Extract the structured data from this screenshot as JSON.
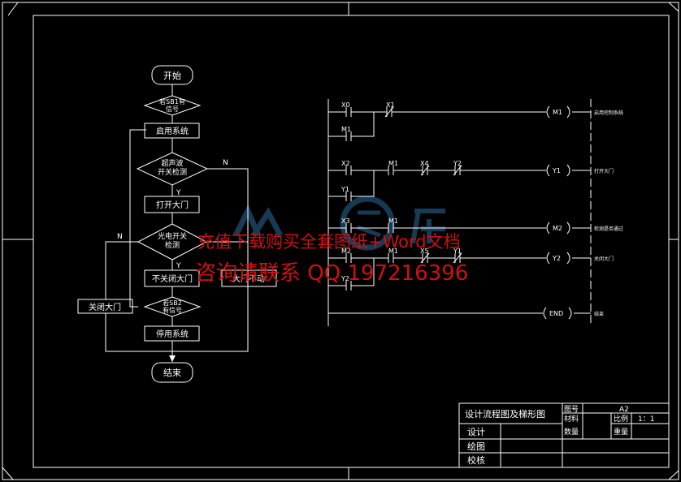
{
  "flowchart": {
    "start": "开始",
    "sb1_decision": [
      "若SB1有",
      "信号"
    ],
    "enable_system": "启用系统",
    "ultrasonic_decision": [
      "超声波",
      "开关检测"
    ],
    "open_gate": "打开大门",
    "photo_decision": [
      "光电开关",
      "检测"
    ],
    "keep_open": "不关闭大门",
    "gate_still": "大门不动",
    "close_gate": "关闭大门",
    "sb2_decision": [
      "若SB2",
      "有信号"
    ],
    "disable_system": "停用系统",
    "end": "结束",
    "yes": "Y",
    "no": "N"
  },
  "ladder": {
    "rungs": [
      {
        "contacts": [
          "X0",
          "X1"
        ],
        "branch": "M1",
        "coil": "M1",
        "note": "启用控制系统"
      },
      {
        "contacts": [
          "X2",
          "M1",
          "X4",
          "Y2"
        ],
        "branch": "Y1",
        "coil": "Y1",
        "note": "打开大门"
      },
      {
        "contacts": [
          "X3",
          "M1"
        ],
        "coil": "M2",
        "note": "检测是否通过"
      },
      {
        "contacts": [
          "M2",
          "M1",
          "X5",
          "Y1"
        ],
        "branch": "Y2",
        "coil": "Y2",
        "note": "关闭大门"
      },
      {
        "coil": "END",
        "note": "结束"
      }
    ]
  },
  "watermark": {
    "line1": "充值下载购买全套图纸+Word文档",
    "line2": "咨询请联系 QQ 197216396"
  },
  "title_block": {
    "title": "设计流程图及梯形图",
    "design": "设计",
    "draw": "绘图",
    "check": "校核",
    "drawing_no_label": "图号",
    "drawing_no": "A2",
    "material_label": "材料",
    "scale_label": "比例",
    "scale": "1：1",
    "quantity_label": "数量",
    "weight_label": "重量"
  }
}
